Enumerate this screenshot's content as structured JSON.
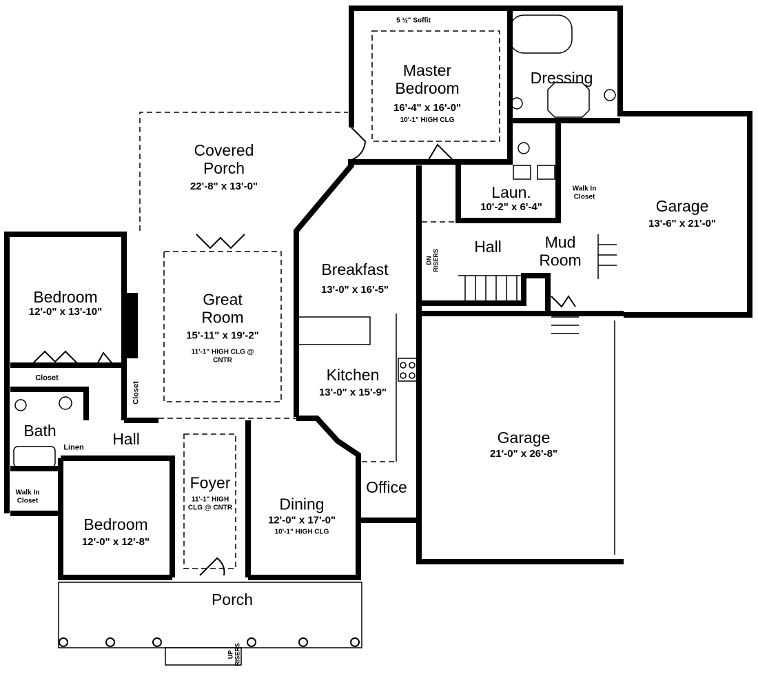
{
  "rooms": {
    "master_bedroom": {
      "name_1": "Master",
      "name_2": "Bedroom",
      "dims": "16'-4\" x 16'-0\"",
      "note": "10'-1\" HIGH CLG",
      "soffit": "5 ½\" Soffit"
    },
    "dressing": {
      "name": "Dressing"
    },
    "covered_porch": {
      "name_1": "Covered",
      "name_2": "Porch",
      "dims": "22'-8\" x 13'-0\""
    },
    "laundry": {
      "name": "Laun.",
      "dims": "10'-2\" x 6'-4\""
    },
    "walk_in_closet_master": {
      "line_1": "Walk In",
      "line_2": "Closet"
    },
    "garage_small": {
      "name": "Garage",
      "dims": "13'-6\" x 21'-0\""
    },
    "hall_upper": {
      "name": "Hall"
    },
    "stair_down": {
      "dn": "DN",
      "risers": "RISERS"
    },
    "mud_room": {
      "name_1": "Mud",
      "name_2": "Room"
    },
    "breakfast": {
      "name": "Breakfast",
      "dims": "13'-0\" x 16'-5\""
    },
    "bedroom_left": {
      "name": "Bedroom",
      "dims": "12'-0\" x 13'-10\""
    },
    "great_room": {
      "name_1": "Great",
      "name_2": "Room",
      "dims": "15'-11\" x 19'-2\"",
      "note_1": "11'-1\" HIGH CLG @",
      "note_2": "CNTR"
    },
    "kitchen": {
      "name": "Kitchen",
      "dims": "13'-0\" x 15'-9\""
    },
    "closet_bedroom": {
      "name": "Closet"
    },
    "closet_hall": {
      "name": "Closet"
    },
    "bath": {
      "name": "Bath"
    },
    "linen": {
      "name": "Linen"
    },
    "hall_lower": {
      "name": "Hall"
    },
    "garage_large": {
      "name": "Garage",
      "dims": "21'-0\" x 26'-8\""
    },
    "walk_in_closet_bedroom": {
      "line_1": "Walk In",
      "line_2": "Closet"
    },
    "foyer": {
      "name": "Foyer",
      "note_1": "11'-1\" HIGH",
      "note_2": "CLG @ CNTR"
    },
    "dining": {
      "name": "Dining",
      "dims": "12'-0\" x 17'-0\"",
      "note": "10'-1\" HIGH CLG"
    },
    "office": {
      "name": "Office"
    },
    "bedroom_lower": {
      "name": "Bedroom",
      "dims": "12'-0\" x 12'-8\""
    },
    "porch": {
      "name": "Porch"
    },
    "stair_up": {
      "up": "UP",
      "risers": "RISERS"
    }
  }
}
